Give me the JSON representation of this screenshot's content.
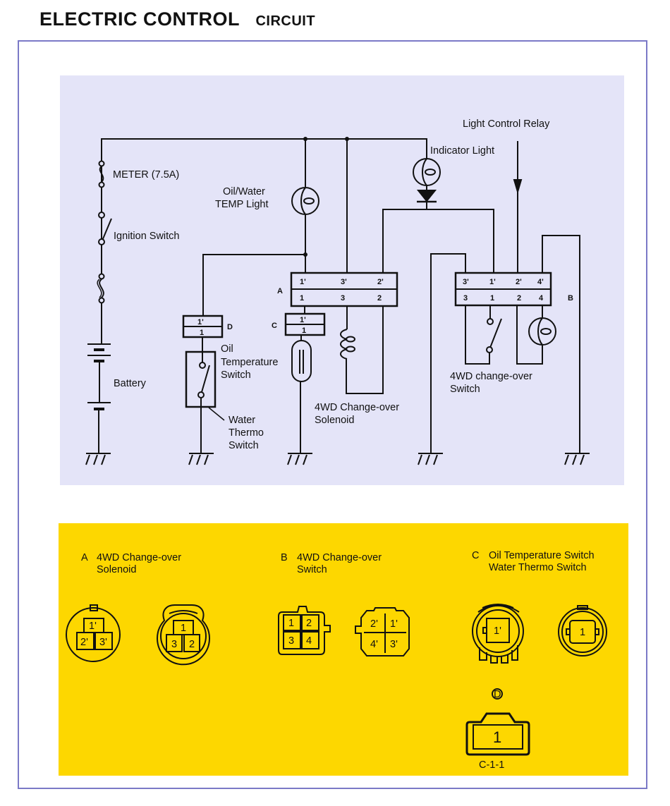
{
  "header": {
    "title": "ELECTRIC CONTROL",
    "subtitle": "CIRCUIT"
  },
  "colors": {
    "frame_border": "#7b79c7",
    "circuit_panel_bg": "#e4e4f8",
    "connector_panel_bg": "#fdd700",
    "line": "#111111"
  },
  "circuit": {
    "labels": {
      "meter_fuse": "METER (7.5A)",
      "ignition_switch": "Ignition Switch",
      "battery": "Battery",
      "oil_water_light_1": "Oil/Water",
      "oil_water_light_2": "TEMP Light",
      "indicator_light": "Indicator Light",
      "light_control_relay": "Light Control Relay",
      "oil_temp_switch_1": "Oil",
      "oil_temp_switch_2": "Temperature",
      "oil_temp_switch_3": "Switch",
      "water_thermo_1": "Water",
      "water_thermo_2": "Thermo",
      "water_thermo_3": "Switch",
      "solenoid_1": "4WD Change-over",
      "solenoid_2": "Solenoid",
      "changeover_switch_1": "4WD change-over",
      "changeover_switch_2": "Switch"
    },
    "connector_markers": {
      "A": "A",
      "B": "B",
      "C": "C",
      "D": "D"
    },
    "connector_A": {
      "top_pins": [
        "1'",
        "3'",
        "2'"
      ],
      "bottom_pins": [
        "1",
        "3",
        "2"
      ]
    },
    "connector_B": {
      "top_pins": [
        "3'",
        "1'",
        "2'",
        "4'"
      ],
      "bottom_pins": [
        "3",
        "1",
        "2",
        "4"
      ]
    },
    "connector_C": {
      "top_pin": "1'",
      "bottom_pin": "1"
    },
    "connector_D": {
      "top_pin": "1'",
      "bottom_pin": "1"
    }
  },
  "connectors": {
    "A": {
      "letter": "A",
      "title_1": "4WD Change-over",
      "title_2": "Solenoid",
      "female_pins": [
        "1'",
        "2'",
        "3'"
      ],
      "male_pins": [
        "1",
        "3",
        "2"
      ]
    },
    "B": {
      "letter": "B",
      "title_1": "4WD Change-over",
      "title_2": "Switch",
      "male_pins": [
        "1",
        "2",
        "3",
        "4"
      ],
      "female_pins": [
        "2'",
        "1'",
        "4'",
        "3'"
      ]
    },
    "C": {
      "letter": "C",
      "title_1": "Oil Temperature Switch",
      "title_2": "Water Thermo Switch",
      "female_pins": [
        "1'"
      ],
      "male_pins": [
        "1"
      ]
    },
    "D": {
      "letter": "D",
      "pin": "1",
      "caption": "C-1-1"
    }
  }
}
